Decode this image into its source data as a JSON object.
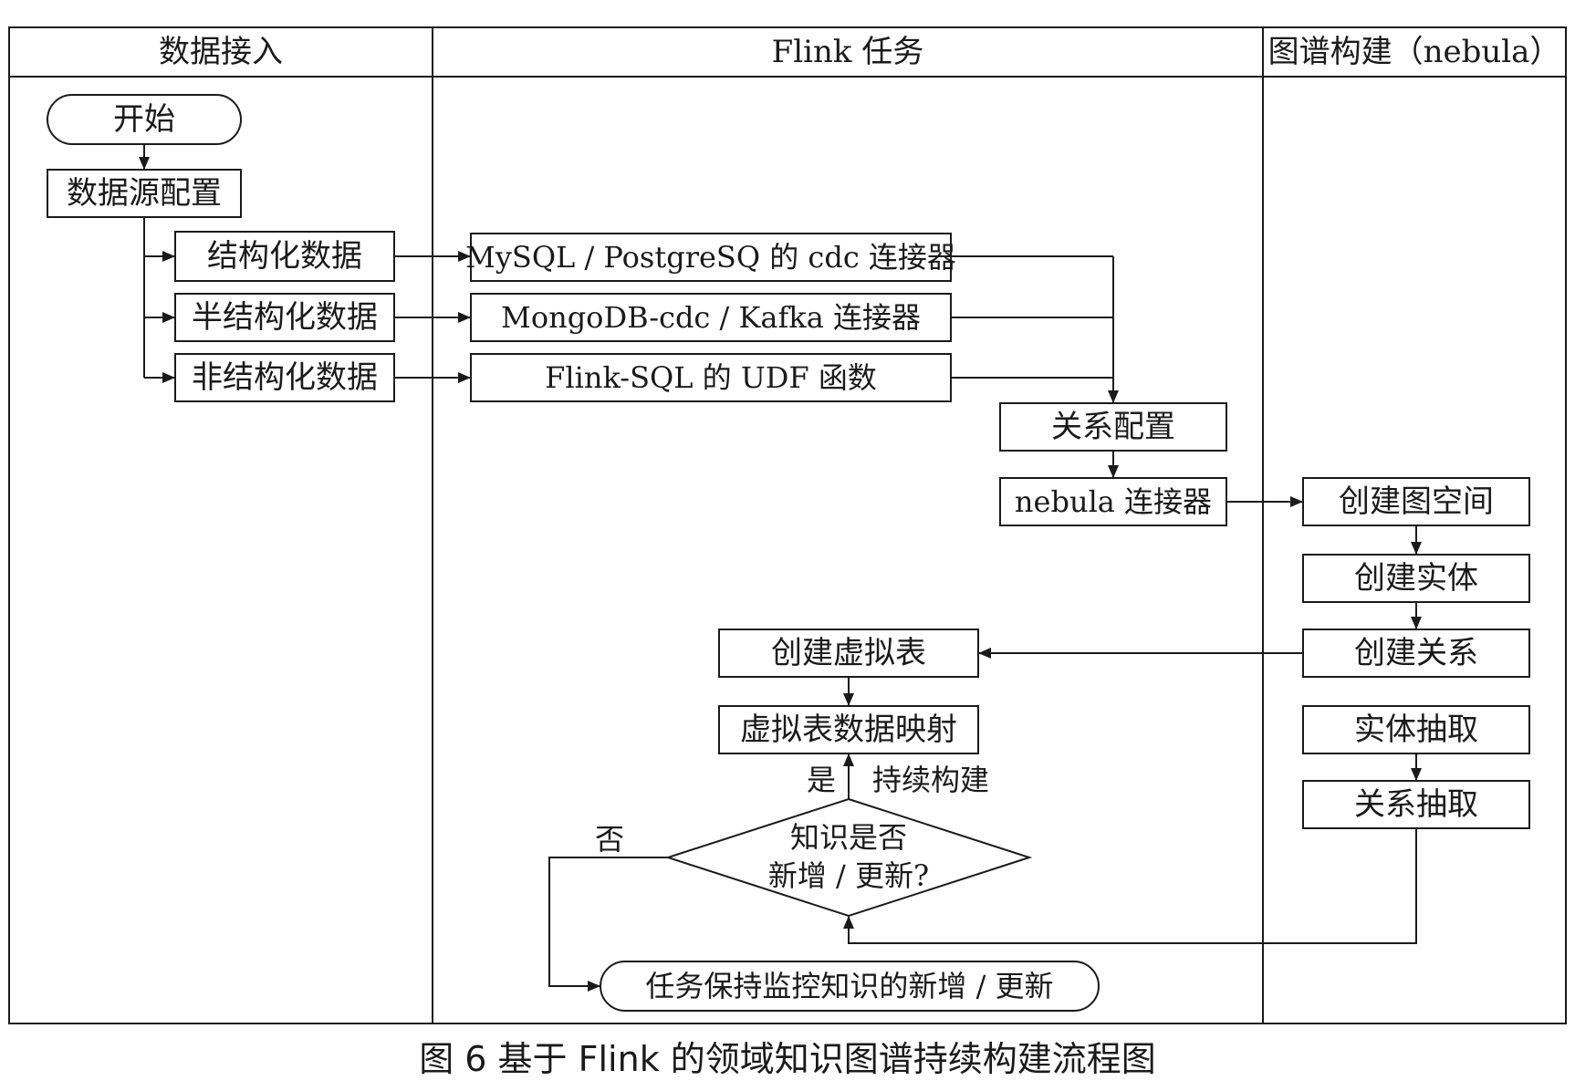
{
  "lanes": {
    "data_access": "数据接入",
    "flink_task": "Flink 任务",
    "graph_build": "图谱构建（nebula）"
  },
  "nodes": {
    "start": "开始",
    "source_config": "数据源配置",
    "structured": "结构化数据",
    "semi_structured": "半结构化数据",
    "unstructured": "非结构化数据",
    "cdc_mysql": "MySQL / PostgreSQ 的 cdc 连接器",
    "cdc_mongo": "MongoDB-cdc / Kafka 连接器",
    "flink_udf": "Flink-SQL 的 UDF 函数",
    "relation_config": "关系配置",
    "nebula_connector": "nebula 连接器",
    "create_space": "创建图空间",
    "create_entity": "创建实体",
    "create_relation": "创建关系",
    "entity_extract": "实体抽取",
    "relation_extract": "关系抽取",
    "create_virtual_table": "创建虚拟表",
    "virtual_table_mapping": "虚拟表数据映射",
    "decision_line1": "知识是否",
    "decision_line2": "新增 / 更新?",
    "monitor": "任务保持监控知识的新增 / 更新"
  },
  "edge_labels": {
    "yes": "是",
    "continue": "持续构建",
    "no": "否"
  },
  "caption": "图 6   基于 Flink 的领域知识图谱持续构建流程图"
}
